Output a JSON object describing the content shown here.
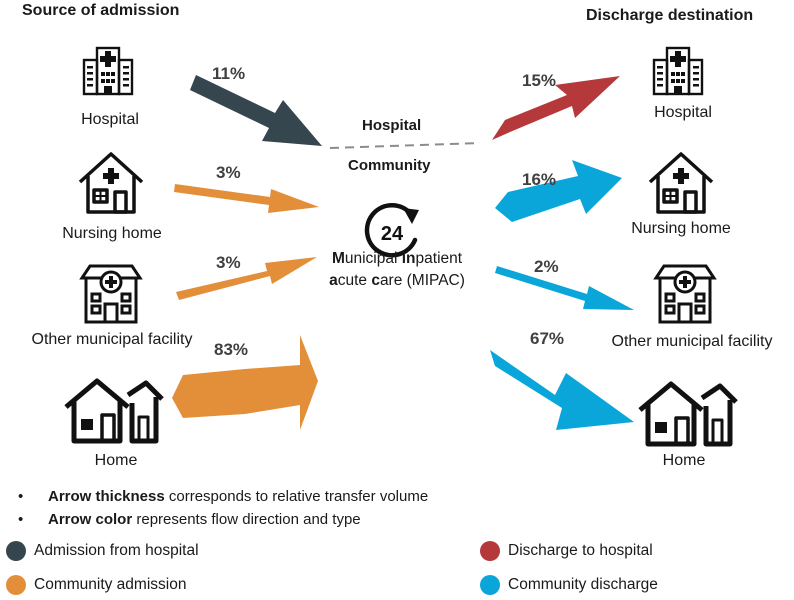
{
  "headings": {
    "source": "Source of admission",
    "destination": "Discharge destination"
  },
  "colors": {
    "admission_from_hospital": "#36464e",
    "community_admission": "#e38f3a",
    "discharge_to_hospital": "#b5383b",
    "community_discharge": "#0aa6da"
  },
  "sources": [
    {
      "label": "Hospital",
      "icon": "hospital-icon",
      "percent": "11%"
    },
    {
      "label": "Nursing home",
      "icon": "nursing-home-icon",
      "percent": "3%"
    },
    {
      "label": "Other municipal facility",
      "icon": "municipal-facility-icon",
      "percent": "3%"
    },
    {
      "label": "Home",
      "icon": "home-icon",
      "percent": "83%"
    }
  ],
  "destinations": [
    {
      "label": "Hospital",
      "icon": "hospital-icon",
      "percent": "15%"
    },
    {
      "label": "Nursing home",
      "icon": "nursing-home-icon",
      "percent": "16%"
    },
    {
      "label": "Other municipal facility",
      "icon": "municipal-facility-icon",
      "percent": "2%"
    },
    {
      "label": "Home",
      "icon": "home-icon",
      "percent": "67%"
    }
  ],
  "divider": {
    "top": "Hospital",
    "bottom": "Community"
  },
  "center": {
    "icon": "24-hour-cycle-icon",
    "icon_text": "24",
    "line1": [
      "M",
      "unicipal ",
      "in",
      "p",
      "atient"
    ],
    "line2": [
      "a",
      "cute ",
      "c",
      "are (MIPAC)"
    ]
  },
  "notes": [
    {
      "bold": "Arrow thickness",
      "rest": " corresponds to relative transfer volume"
    },
    {
      "bold": "Arrow color",
      "rest": " represents flow direction and type"
    }
  ],
  "legend": [
    {
      "label": "Admission from hospital",
      "color": "#36464e"
    },
    {
      "label": "Discharge to hospital",
      "color": "#b5383b"
    },
    {
      "label": "Community admission",
      "color": "#e38f3a"
    },
    {
      "label": "Community discharge",
      "color": "#0aa6da"
    }
  ]
}
